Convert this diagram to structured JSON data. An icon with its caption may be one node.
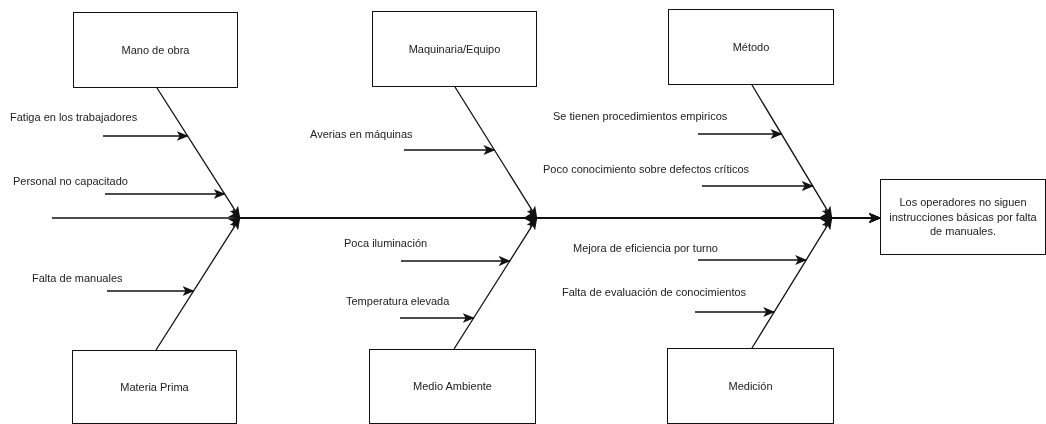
{
  "diagram": {
    "nodes": [
      {
        "text": [
          "Mano de obra"
        ]
      },
      {
        "text": [
          "Maquinaria/Equipo"
        ]
      },
      {
        "text": [
          "Método"
        ]
      },
      {
        "text": [
          "Materia Prima"
        ]
      },
      {
        "text": [
          "Medio Ambiente"
        ]
      },
      {
        "text": [
          "Medición"
        ]
      },
      {
        "text": [
          "Los operadores no siguen instrucciones básicas por falta de manuales."
        ]
      },
      {
        "text": [
          "Fatiga en los trabajadores"
        ]
      },
      {
        "text": [
          "Personal no capacitado"
        ]
      },
      {
        "text": [
          "Averias en máquinas"
        ]
      },
      {
        "text": [
          "Se tienen procedimientos empiricos"
        ]
      },
      {
        "text": [
          "Poco conocimiento sobre defectos críticos"
        ]
      },
      {
        "text": [
          "Falta de manuales"
        ]
      },
      {
        "text": [
          "Poca iluminación"
        ]
      },
      {
        "text": [
          "Temperatura elevada"
        ]
      },
      {
        "text": [
          "Mejora de eficiencia por turno"
        ]
      },
      {
        "text": [
          "Falta de evaluación de conocimientos"
        ]
      }
    ],
    "edges": [
      {
        "from": null,
        "to": 6,
        "arrow": "to"
      },
      {
        "from": 0,
        "to": 6,
        "arrow": "to"
      },
      {
        "from": 1,
        "to": 6,
        "arrow": "to"
      },
      {
        "from": 2,
        "to": 6,
        "arrow": "to"
      },
      {
        "from": 3,
        "to": 6,
        "arrow": "to"
      },
      {
        "from": 4,
        "to": 6,
        "arrow": "to"
      },
      {
        "from": 5,
        "to": 6,
        "arrow": "to"
      },
      {
        "from": 7,
        "to": null,
        "arrow": "to"
      },
      {
        "from": 8,
        "to": null,
        "arrow": "to"
      },
      {
        "from": 9,
        "to": null,
        "arrow": "to"
      },
      {
        "from": 10,
        "to": null,
        "arrow": "to"
      },
      {
        "from": 11,
        "to": null,
        "arrow": "to"
      },
      {
        "from": 12,
        "to": null,
        "arrow": "to"
      },
      {
        "from": 13,
        "to": null,
        "arrow": "to"
      },
      {
        "from": 14,
        "to": null,
        "arrow": "to"
      },
      {
        "from": 15,
        "to": null,
        "arrow": "to"
      },
      {
        "from": 16,
        "to": null,
        "arrow": "to"
      }
    ]
  }
}
